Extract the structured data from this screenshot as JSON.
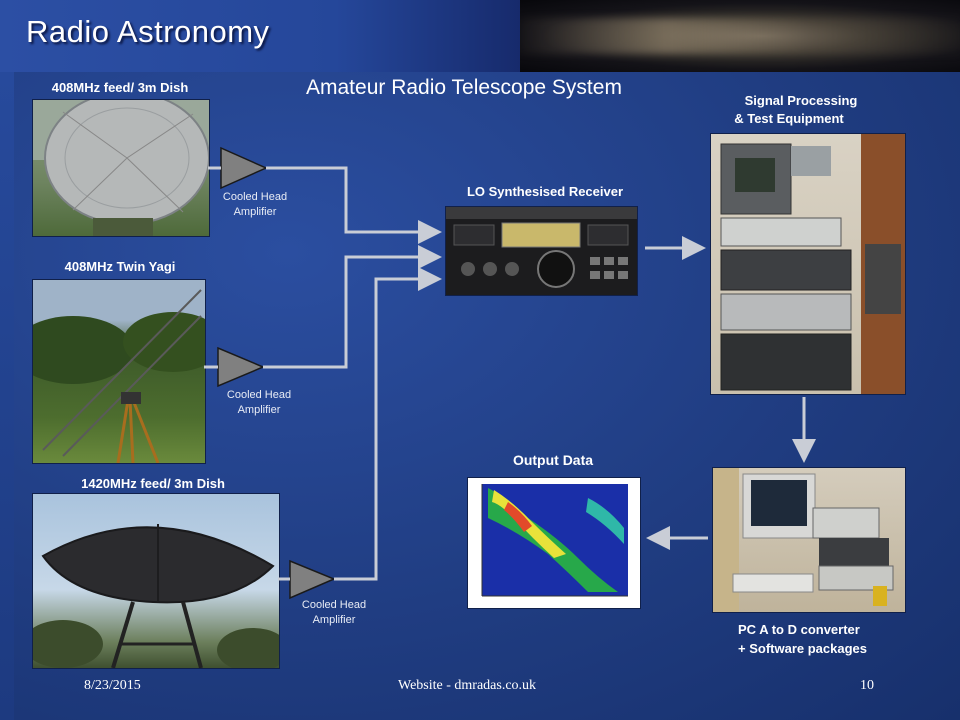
{
  "slide": {
    "title": "Radio Astronomy",
    "subtitle": "Amateur Radio Telescope System"
  },
  "antennas": [
    {
      "label": "408MHz feed/ 3m Dish",
      "amplifier": [
        "Cooled Head",
        "Amplifier"
      ]
    },
    {
      "label": "408MHz Twin Yagi",
      "amplifier": [
        "Cooled Head",
        "Amplifier"
      ]
    },
    {
      "label": "1420MHz feed/ 3m Dish",
      "amplifier": [
        "Cooled Head",
        "Amplifier"
      ]
    }
  ],
  "receiver": {
    "label": "LO Synthesised Receiver"
  },
  "signal_processing": {
    "label_line1": "Signal Processing",
    "label_line2": "& Test Equipment"
  },
  "pc": {
    "label_line1": "PC A to D converter",
    "label_line2": "+ Software packages"
  },
  "output": {
    "label": "Output Data"
  },
  "footer": {
    "date": "8/23/2015",
    "website": "Website -  dmradas.co.uk",
    "page": "10"
  },
  "colors": {
    "background": "#213d82",
    "arrow": "#c9cdd6",
    "amplifier_fill": "#808080"
  }
}
